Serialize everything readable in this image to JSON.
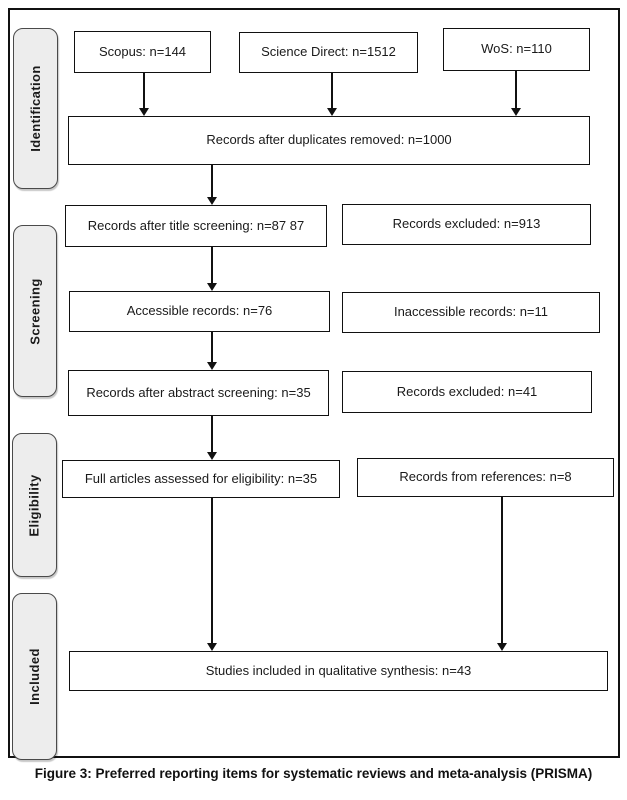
{
  "caption": "Figure 3: Preferred reporting items for systematic reviews and meta-analysis (PRISMA)",
  "stages": [
    "Identification",
    "Screening",
    "Eligibility",
    "Included"
  ],
  "boxes": {
    "scopus": "Scopus: n=144",
    "science_direct": "Science Direct: n=1512",
    "wos": "WoS: n=110",
    "duplicates_removed": "Records after duplicates removed: n=1000",
    "title_screening": "Records after title screening: n=87 87",
    "excluded_title": "Records excluded: n=913",
    "accessible": "Accessible records: n=76",
    "inaccessible": "Inaccessible records: n=11",
    "abstract_screening": "Records after abstract screening: n=35",
    "excluded_abstract": "Records excluded: n=41",
    "full_articles": "Full articles assessed for eligibility: n=35",
    "references": "Records from references: n=8",
    "included_studies": "Studies included in qualitative synthesis: n=43"
  },
  "colors": {
    "frame_border": "#111111",
    "box_border": "#111111",
    "stage_fill": "#ededed",
    "stage_border": "#4a4a4a",
    "arrow": "#111111",
    "text": "#1a1a1a"
  }
}
